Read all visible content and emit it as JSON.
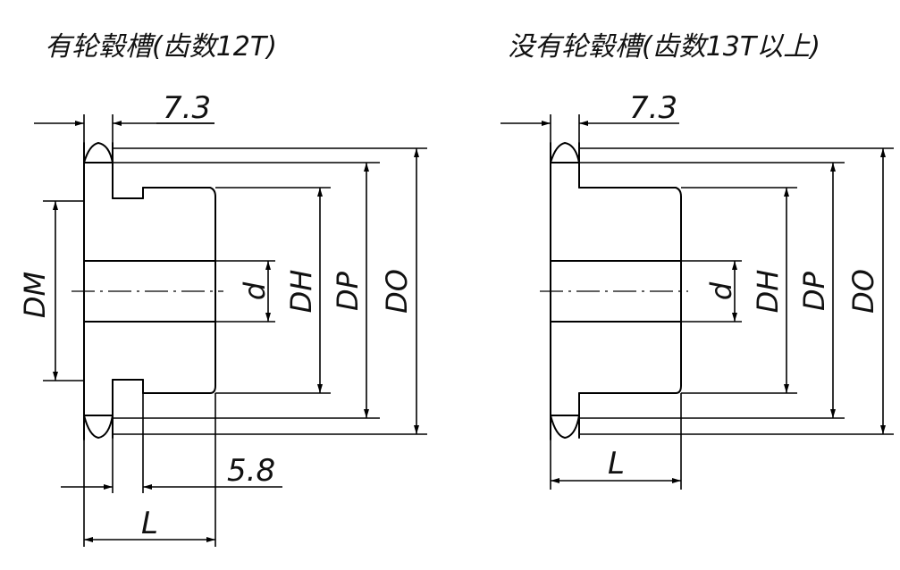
{
  "left_view": {
    "title": "有轮毂槽(齿数12T)",
    "dims": {
      "top": "7.3",
      "groove": "5.8",
      "length": "L",
      "dm": "DM",
      "d": "d",
      "dh": "DH",
      "dp": "DP",
      "do": "DO"
    }
  },
  "right_view": {
    "title": "没有轮毂槽(齿数13T以上)",
    "dims": {
      "top": "7.3",
      "length": "L",
      "d": "d",
      "dh": "DH",
      "dp": "DP",
      "do": "DO"
    }
  }
}
